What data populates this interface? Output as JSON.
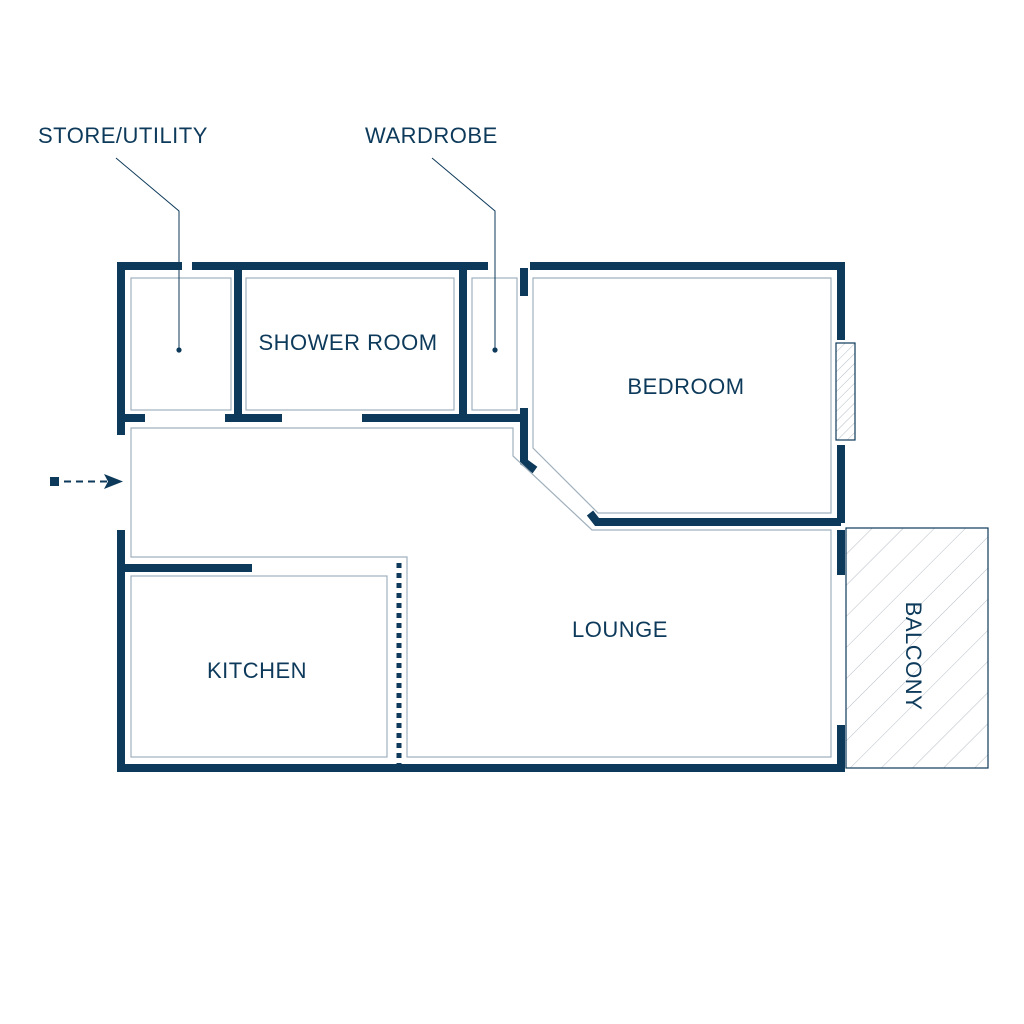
{
  "labels": {
    "store_utility": "STORE/UTILITY",
    "wardrobe": "WARDROBE",
    "shower_room": "SHOWER ROOM",
    "bedroom": "BEDROOM",
    "lounge": "LOUNGE",
    "kitchen": "KITCHEN",
    "balcony": "BALCONY"
  },
  "colors": {
    "wall": "#0d3a5a",
    "inner_line": "#9fb0bd",
    "hatch": "#b5bec6",
    "background": "#ffffff"
  },
  "icons": {
    "entrance": "entrance-arrow-icon"
  }
}
